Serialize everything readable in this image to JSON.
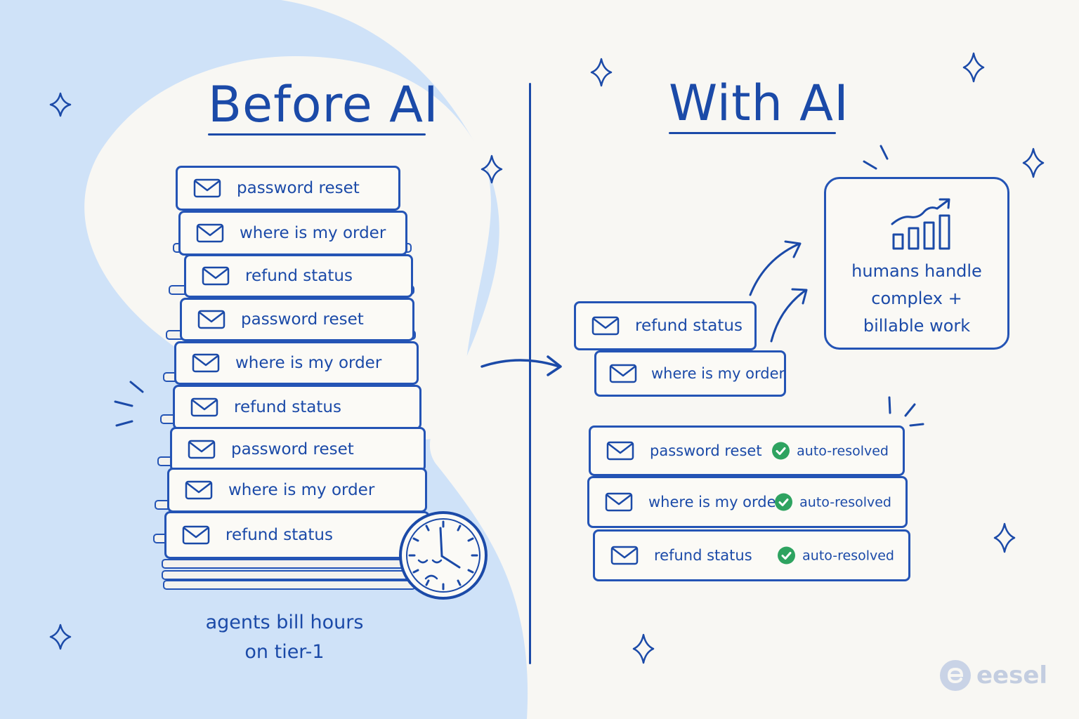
{
  "before": {
    "title": "Before AI",
    "tickets": [
      "password reset",
      "where is my order",
      "refund status",
      "password reset",
      "where is my order",
      "refund status",
      "password reset",
      "where is my order",
      "refund status"
    ],
    "caption_line1": "agents bill hours",
    "caption_line2": "on tier-1"
  },
  "after": {
    "title": "With AI",
    "escalated": [
      "refund status",
      "where is my order"
    ],
    "human_box": [
      "humans handle",
      "complex +",
      "billable work"
    ],
    "resolved": [
      {
        "label": "password reset",
        "status": "auto-resolved"
      },
      {
        "label": "where is my order",
        "status": "auto-resolved"
      },
      {
        "label": "refund status",
        "status": "auto-resolved"
      }
    ]
  },
  "logo": {
    "name": "eesel"
  },
  "colors": {
    "ink": "#1b4aa8",
    "blob": "#cfe2f8",
    "background": "#f8f7f3",
    "check": "#2ea360"
  },
  "icons": [
    "envelope-icon",
    "sparkle-icon",
    "clock-icon",
    "bar-chart-icon",
    "check-icon",
    "arrow-icon"
  ]
}
